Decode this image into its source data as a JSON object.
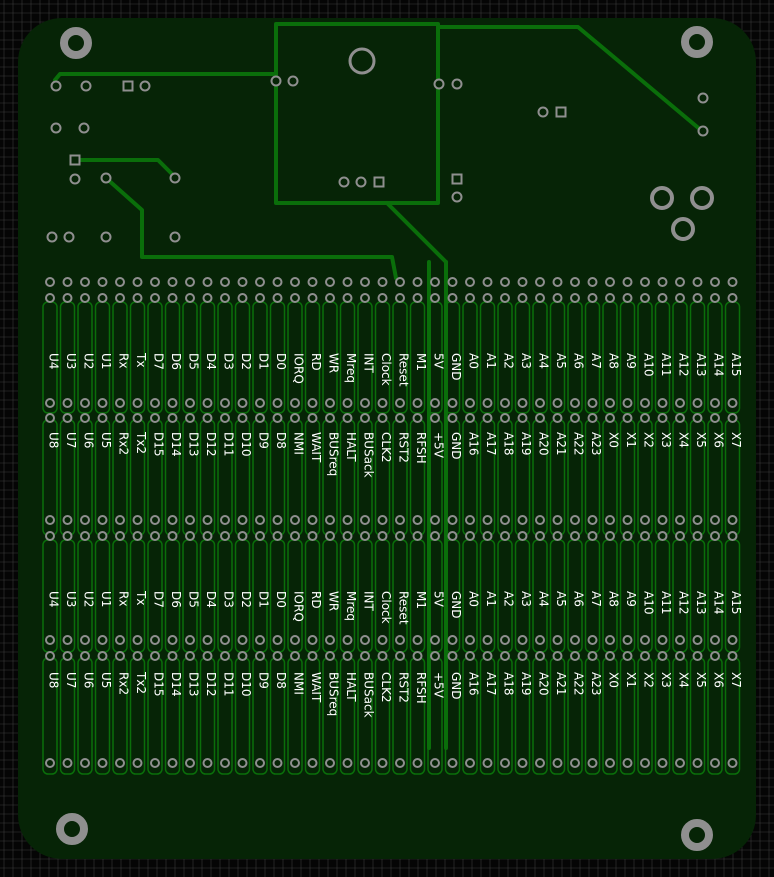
{
  "colors": {
    "background": "#050505",
    "grid": "#3a3a3a",
    "board": "#062406",
    "trace": "#0a6e0a",
    "pad": "#8f8f8f",
    "label": "#ffffff"
  },
  "labels": {
    "row1": [
      "U4",
      "U3",
      "U2",
      "U1",
      "Rx",
      "Tx",
      "D7",
      "D6",
      "D5",
      "D4",
      "D3",
      "D2",
      "D1",
      "D0",
      "IORQ",
      "RD",
      "WR",
      "Mreq",
      "INT",
      "Clock",
      "Reset",
      "M1",
      "5V",
      "GND",
      "A0",
      "A1",
      "A2",
      "A3",
      "A4",
      "A5",
      "A6",
      "A7",
      "A8",
      "A9",
      "A10",
      "A11",
      "A12",
      "A13",
      "A14",
      "A15"
    ],
    "row2": [
      "U8",
      "U7",
      "U6",
      "U5",
      "Rx2",
      "Tx2",
      "D15",
      "D14",
      "D13",
      "D12",
      "D11",
      "D10",
      "D9",
      "D8",
      "NMI",
      "WAIT",
      "BUSreq",
      "HALT",
      "BUSack",
      "CLK2",
      "RST2",
      "RFSH",
      "+5V",
      "GND",
      "A16",
      "A17",
      "A18",
      "A19",
      "A20",
      "A21",
      "A22",
      "A23",
      "X0",
      "X1",
      "X2",
      "X3",
      "X4",
      "X5",
      "X6",
      "X7"
    ]
  }
}
